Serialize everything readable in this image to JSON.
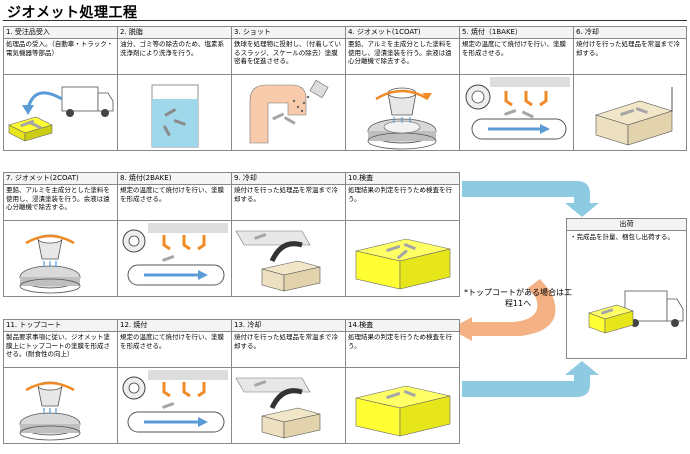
{
  "title": "ジオメット処理工程",
  "steps": [
    {
      "label": "1. 受注品受入",
      "desc": "処理品の受入。（自動車・トラック・電気機器等部品）",
      "icon": "truck-unload-illustration"
    },
    {
      "label": "2. 脱脂",
      "desc": "油分、ゴミ等の除去のため、塩素系洗浄剤により洗浄を行う。",
      "icon": "degreasing-tank-illustration"
    },
    {
      "label": "3. ショット",
      "desc": "鉄球を処理物に投射し、（付着しているスラッジ、スケールの除去）塗膜密着を促進させる。",
      "icon": "shot-blast-illustration"
    },
    {
      "label": "4. ジオメット(1COAT)",
      "desc": "亜鉛、アルミを主成分とした塗料を使用し、浸漬塗装を行う。余液は遠心分離機で除去する。",
      "icon": "centrifuge-illustration"
    },
    {
      "label": "5. 焼付（1BAKE）",
      "desc": "規定の温度にて焼付けを行い、塗膜を形成させる。",
      "icon": "baking-oven-illustration"
    },
    {
      "label": "6. 冷却",
      "desc": "焼付けを行った処理品を常温まで冷却する。",
      "icon": "cooling-cart-illustration"
    },
    {
      "label": "7. ジオメット(2COAT)",
      "desc": "亜鉛、アルミを主成分とした塗料を使用し、浸漬塗装を行う。余液は遠心分離機で除去する。",
      "icon": "centrifuge-illustration"
    },
    {
      "label": "8. 焼付(2BAKE)",
      "desc": "規定の温度にて焼付けを行い、塗膜を形成させる。",
      "icon": "baking-oven-illustration"
    },
    {
      "label": "9. 冷却",
      "desc": "焼付けを行った処理品を常温まで冷却する。",
      "icon": "cooling-conveyor-illustration"
    },
    {
      "label": "10.検査",
      "desc": "処理結果の判定を行うため検査を行う。",
      "icon": "inspection-box-illustration"
    },
    {
      "label": "11. トップコート",
      "desc": "製品要求事項に従い、ジオメット塗膜上にトップコートの塗膜を形成させる。(耐食性の向上）",
      "icon": "centrifuge-illustration"
    },
    {
      "label": "12. 焼付",
      "desc": "規定の温度にて焼付けを行い、塗膜を形成させる。",
      "icon": "baking-oven-illustration"
    },
    {
      "label": "13. 冷却",
      "desc": "焼付けを行った処理品を常温まで冷却する。",
      "icon": "cooling-conveyor-illustration"
    },
    {
      "label": "14.検査",
      "desc": "処理結果の判定を行うため検査を行う。",
      "icon": "inspection-box-illustration"
    }
  ],
  "shipping": {
    "label": "出荷",
    "desc": "・完成品を計量、梱包し出荷する。",
    "icon": "shipping-truck-illustration"
  },
  "topcoat_note": "*トップコートがある場合は工程11へ",
  "colors": {
    "arrow_blue": "#8ecbe2",
    "arrow_orange": "#f4b183",
    "product_yellow": "#ffff33",
    "part_gray": "#a6a6a6",
    "flow_blue": "#5b9bd5",
    "heat_orange": "#f08a24"
  }
}
